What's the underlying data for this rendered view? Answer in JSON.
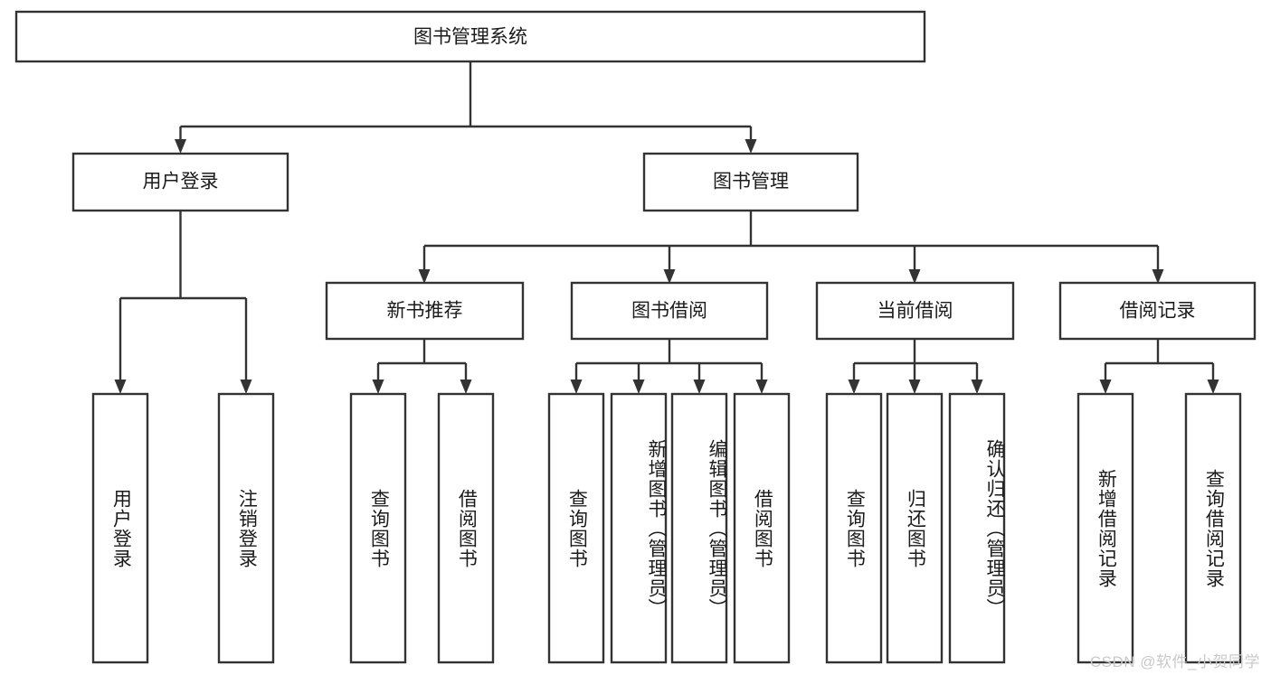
{
  "diagram": {
    "type": "tree-hierarchy",
    "title": "图书管理系统",
    "watermark": "CSDN @软件_小贺同学",
    "colors": {
      "box_stroke": "#333333",
      "box_fill": "#ffffff",
      "text": "#1b1b1b",
      "background": "#ffffff",
      "watermark": "#c9c9c9"
    },
    "levels": {
      "root": {
        "label": "图书管理系统",
        "orientation": "horizontal"
      },
      "level2": [
        {
          "label": "用户登录",
          "orientation": "horizontal"
        },
        {
          "label": "图书管理",
          "orientation": "horizontal"
        }
      ],
      "level3": [
        {
          "label": "新书推荐",
          "orientation": "horizontal"
        },
        {
          "label": "图书借阅",
          "orientation": "horizontal"
        },
        {
          "label": "当前借阅",
          "orientation": "horizontal"
        },
        {
          "label": "借阅记录",
          "orientation": "horizontal"
        }
      ],
      "leaves": [
        {
          "label": "用户登录",
          "orientation": "vertical",
          "parent": "用户登录"
        },
        {
          "label": "注销登录",
          "orientation": "vertical",
          "parent": "用户登录"
        },
        {
          "label": "查询图书",
          "orientation": "vertical",
          "parent": "新书推荐"
        },
        {
          "label": "借阅图书",
          "orientation": "vertical",
          "parent": "新书推荐"
        },
        {
          "label": "查询图书",
          "orientation": "vertical",
          "parent": "图书借阅"
        },
        {
          "label": "新增图书（管理员）",
          "orientation": "vertical",
          "parent": "图书借阅"
        },
        {
          "label": "编辑图书（管理员）",
          "orientation": "vertical",
          "parent": "图书借阅"
        },
        {
          "label": "借阅图书",
          "orientation": "vertical",
          "parent": "图书借阅"
        },
        {
          "label": "查询图书",
          "orientation": "vertical",
          "parent": "当前借阅"
        },
        {
          "label": "归还图书",
          "orientation": "vertical",
          "parent": "当前借阅"
        },
        {
          "label": "确认归还（管理员）",
          "orientation": "vertical",
          "parent": "当前借阅"
        },
        {
          "label": "新增借阅记录",
          "orientation": "vertical",
          "parent": "借阅记录"
        },
        {
          "label": "查询借阅记录",
          "orientation": "vertical",
          "parent": "借阅记录"
        }
      ]
    }
  }
}
